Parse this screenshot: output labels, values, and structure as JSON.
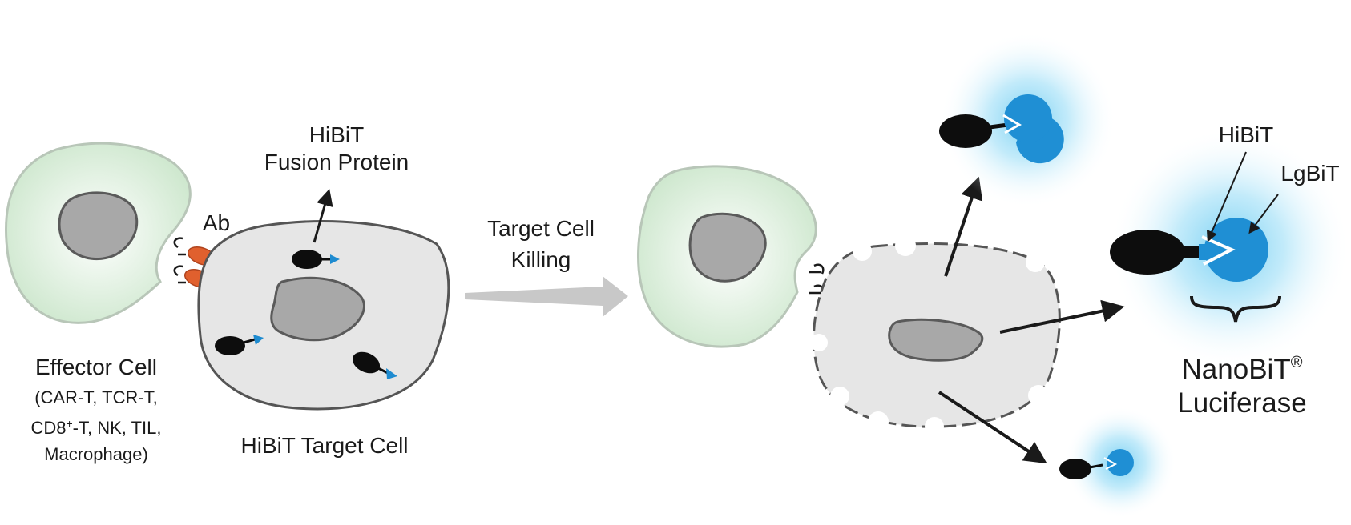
{
  "labels": {
    "hibit_fusion_line1": "HiBiT",
    "hibit_fusion_line2": "Fusion Protein",
    "ab": "Ab",
    "effector_cell": "Effector Cell",
    "effector_types_line1": "(CAR-T, TCR-T,",
    "effector_types_line2_pre": "CD8",
    "effector_types_line2_sup": "+",
    "effector_types_line2_post": "-T, NK, TIL,",
    "effector_types_line3": "Macrophage)",
    "hibit_target_cell": "HiBiT Target Cell",
    "killing_line1": "Target Cell",
    "killing_line2": "Killing",
    "hibit": "HiBiT",
    "lgbit": "LgBiT",
    "nanobit_line1": "NanoBiT",
    "nanobit_reg": "®",
    "nanobit_line2": "Luciferase"
  },
  "colors": {
    "effector_fill": "#e4f2e4",
    "effector_stroke": "#b8c8b8",
    "target_fill": "#e6e6e6",
    "cell_stroke": "#555555",
    "nucleus_fill": "#a8a8a8",
    "antibody": "#e0602e",
    "hibit_tag": "#1e8bd0",
    "lgbit": "#1f8fd4",
    "glow": "#8ed8f4",
    "arrow_gray": "#c8c8c8"
  }
}
